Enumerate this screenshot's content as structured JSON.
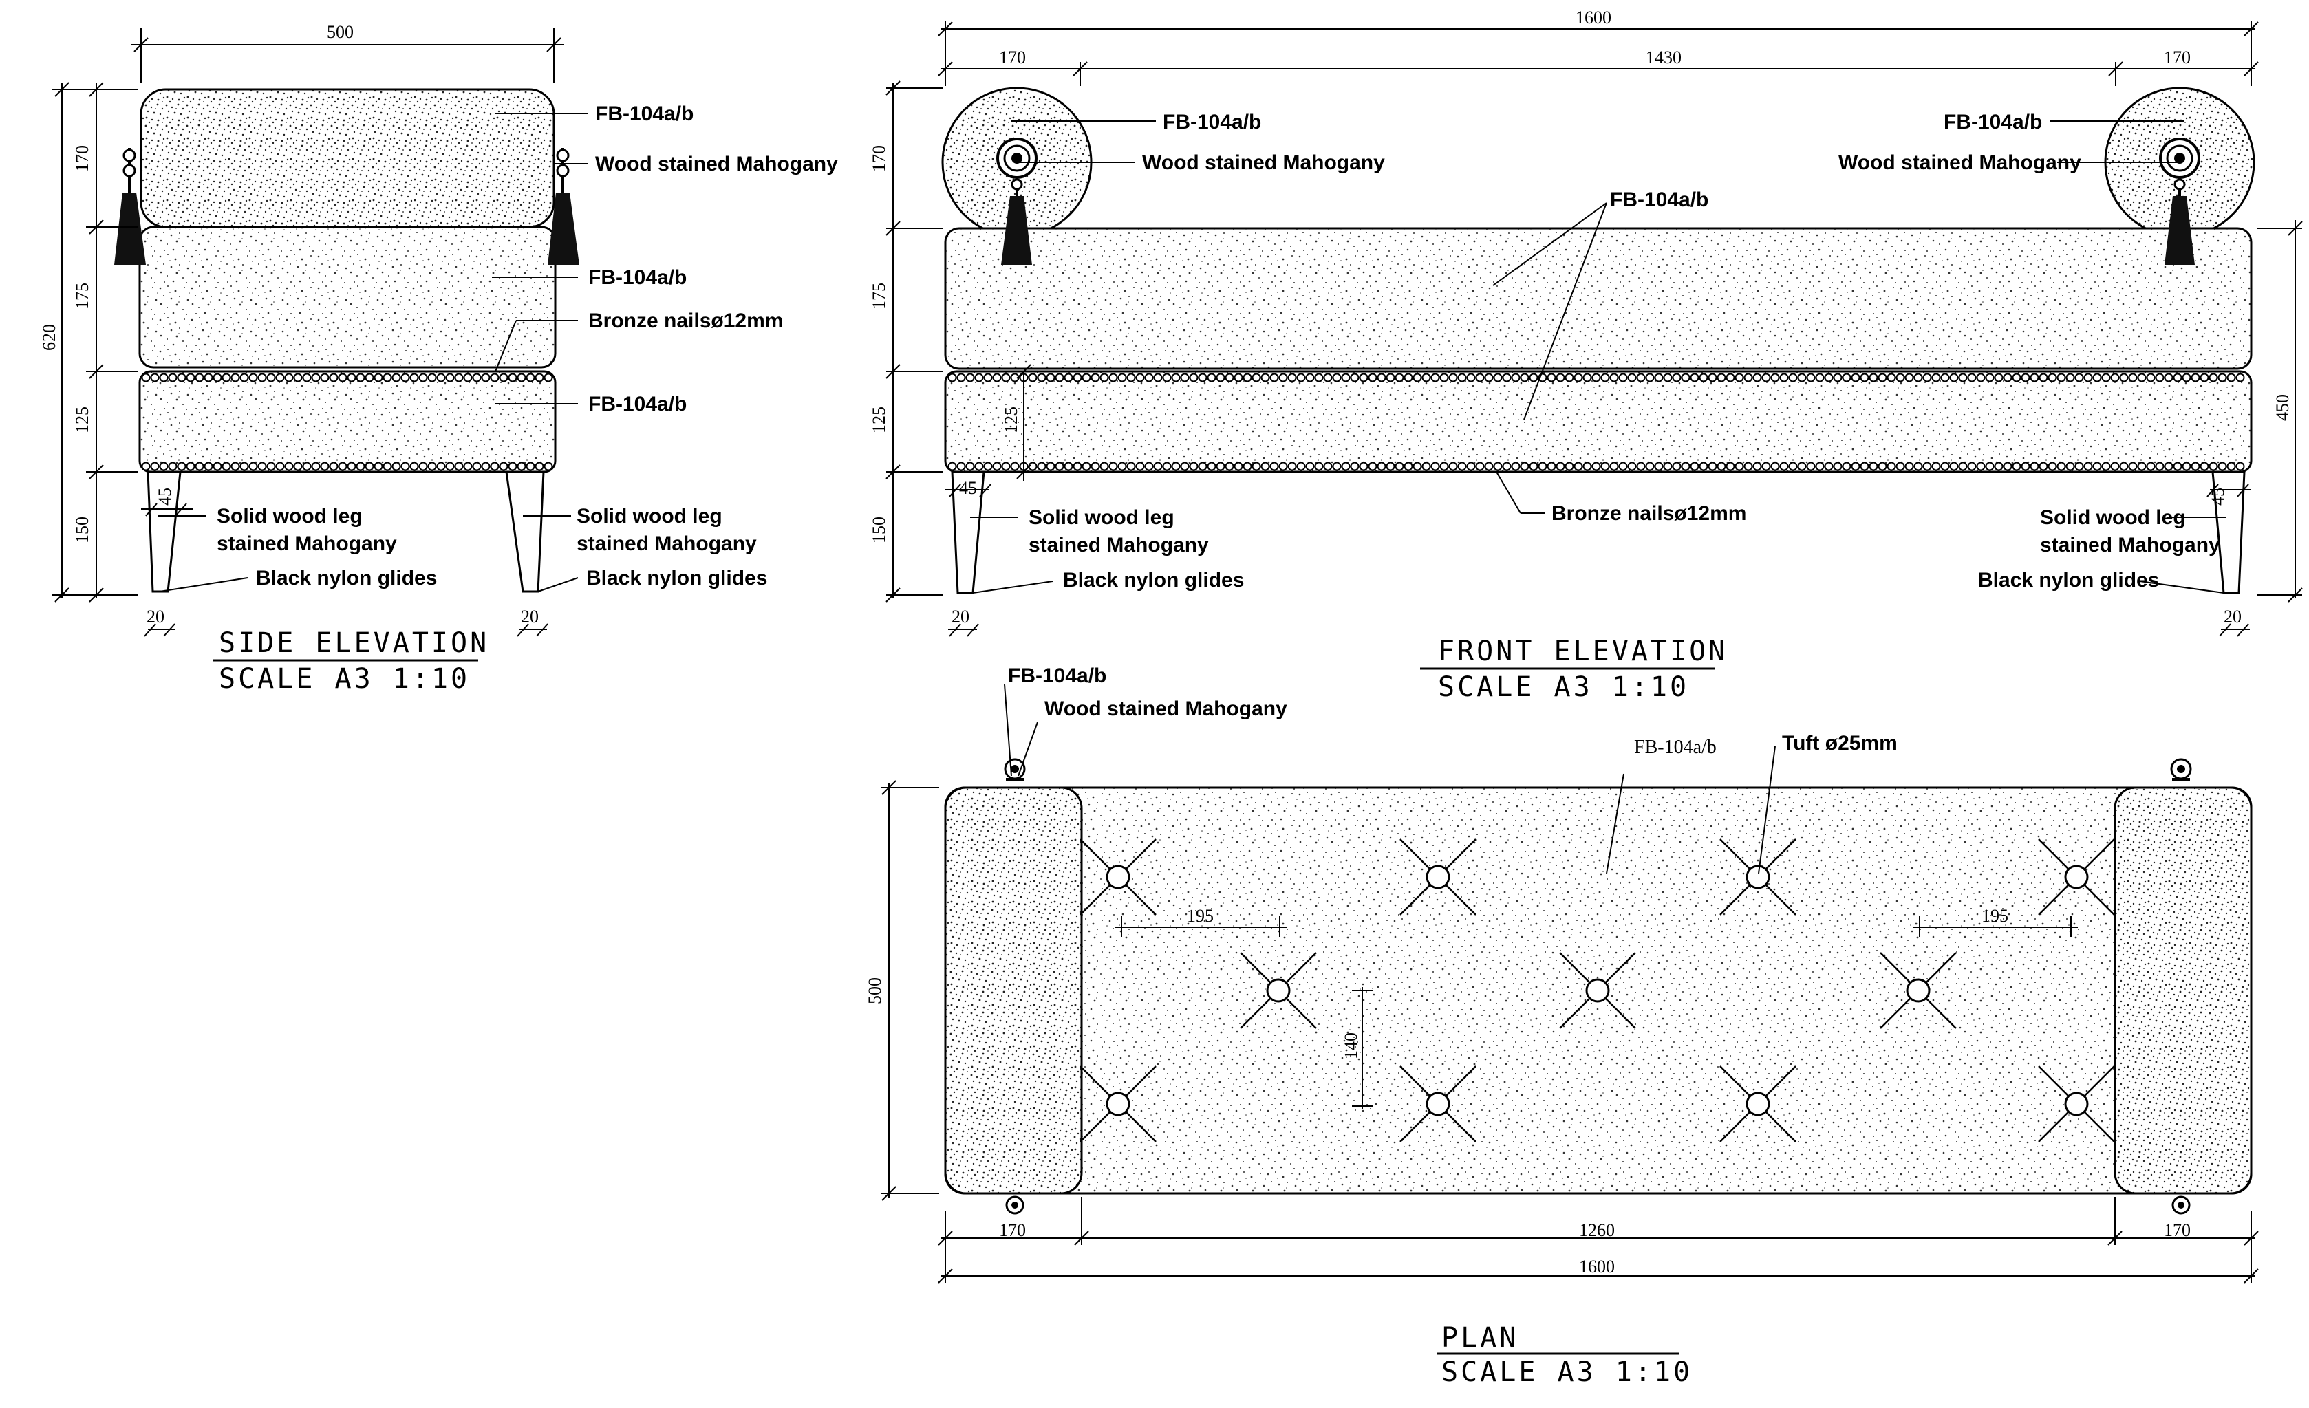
{
  "side_elevation": {
    "title": "SIDE ELEVATION",
    "scale": "SCALE A3 1:10",
    "dims": {
      "width": "500",
      "total_height": "620",
      "bolster": "170",
      "seat": "175",
      "base": "125",
      "leg": "150",
      "leg_top": "45",
      "leg_bottom_left": "20",
      "leg_bottom_right": "20"
    },
    "labels": {
      "fabric1": "FB-104a/b",
      "wood": "Wood stained Mahogany",
      "fabric2": "FB-104a/b",
      "nails": "Bronze nailsø12mm",
      "fabric3": "FB-104a/b",
      "leg_left_1": "Solid wood leg",
      "leg_left_2": "stained Mahogany",
      "glides_left": "Black nylon glides",
      "leg_right_1": "Solid wood leg",
      "leg_right_2": "stained Mahogany",
      "glides_right": "Black nylon glides"
    }
  },
  "front_elevation": {
    "title": "FRONT ELEVATION",
    "scale": "SCALE A3 1:10",
    "dims": {
      "overall": "1600",
      "arm_left": "170",
      "middle": "1430",
      "arm_right": "170",
      "bolster": "170",
      "seat": "175",
      "base": "125",
      "leg": "150",
      "total_height": "450",
      "inner_base": "125",
      "leg_top_left": "45",
      "leg_top_right": "45",
      "leg_bottom_left": "20",
      "leg_bottom_right": "20"
    },
    "labels": {
      "fabric_left": "FB-104a/b",
      "wood_left": "Wood stained Mahogany",
      "fabric_right": "FB-104a/b",
      "wood_right": "Wood stained Mahogany",
      "fabric_center": "FB-104a/b",
      "nails": "Bronze nailsø12mm",
      "leg_left_1": "Solid wood leg",
      "leg_left_2": "stained Mahogany",
      "glides_left": "Black nylon glides",
      "leg_right_1": "Solid wood leg",
      "leg_right_2": "stained Mahogany",
      "glides_right": "Black nylon glides"
    }
  },
  "plan": {
    "title": "PLAN",
    "scale": "SCALE A3 1:10",
    "dims": {
      "depth": "500",
      "arm_left": "170",
      "middle": "1260",
      "arm_right": "170",
      "overall": "1600",
      "tuft_spacing_left": "195",
      "tuft_spacing_right": "195",
      "tuft_vertical": "140"
    },
    "labels": {
      "fabric_arm": "FB-104a/b",
      "wood": "Wood stained Mahogany",
      "fabric_seat": "FB-104a/b",
      "tuft": "Tuft ø25mm"
    }
  }
}
